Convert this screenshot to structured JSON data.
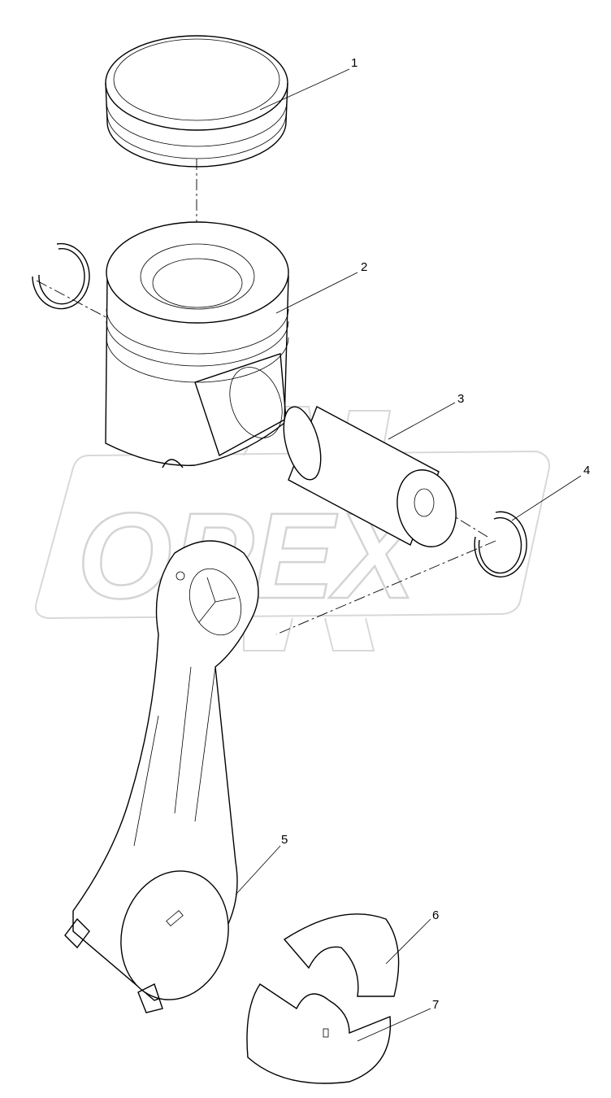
{
  "watermark": {
    "text": "OPEX",
    "color": "#d4d4d4"
  },
  "callouts": [
    {
      "id": "1",
      "part": "piston-rings"
    },
    {
      "id": "2",
      "part": "piston"
    },
    {
      "id": "3",
      "part": "piston-pin"
    },
    {
      "id": "4",
      "part": "retaining-ring"
    },
    {
      "id": "5",
      "part": "connecting-rod"
    },
    {
      "id": "6",
      "part": "bearing-shell-upper"
    },
    {
      "id": "7",
      "part": "bearing-shell-lower"
    }
  ]
}
